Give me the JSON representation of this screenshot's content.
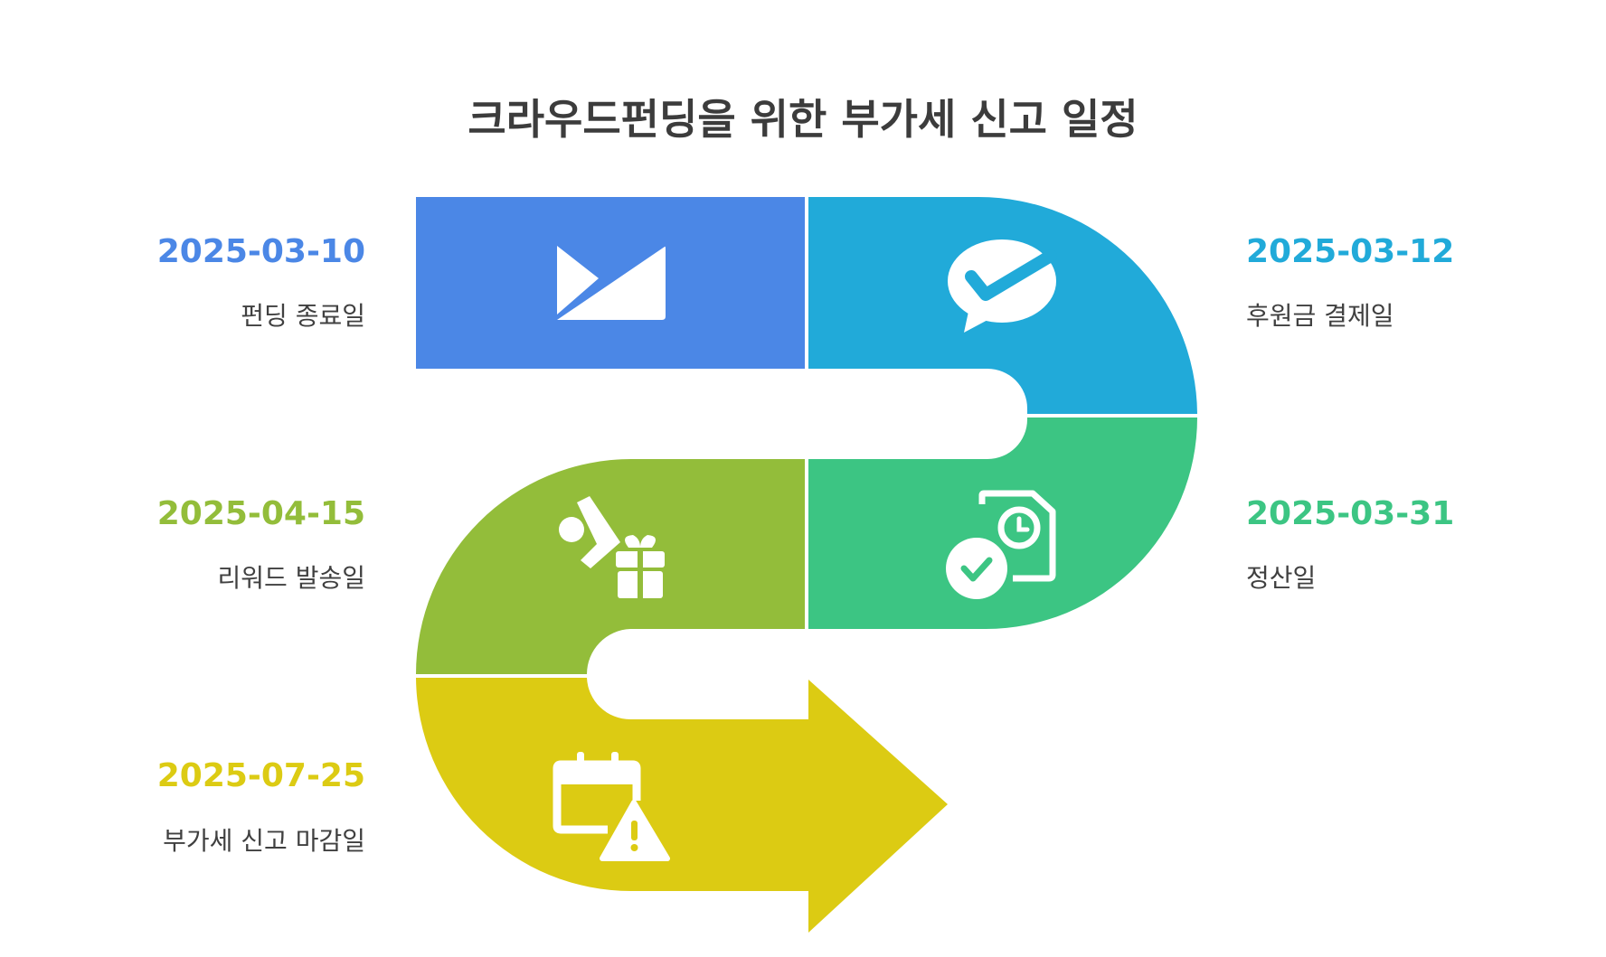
{
  "title": "크라우드펀딩을 위한 부가세 신고 일정",
  "steps": [
    {
      "date": "2025-03-10",
      "label": "펀딩 종료일",
      "color": "#4b87e6",
      "icon": "envelope-icon"
    },
    {
      "date": "2025-03-12",
      "label": "후원금 결제일",
      "color": "#21aad9",
      "icon": "chat-check-icon"
    },
    {
      "date": "2025-03-31",
      "label": "정산일",
      "color": "#3cc583",
      "icon": "document-clock-check-icon"
    },
    {
      "date": "2025-04-15",
      "label": "리워드 발송일",
      "color": "#93bd3a",
      "icon": "gift-ticket-icon"
    },
    {
      "date": "2025-07-25",
      "label": "부가세 신고 마감일",
      "color": "#dccb13",
      "icon": "calendar-warning-icon"
    }
  ]
}
